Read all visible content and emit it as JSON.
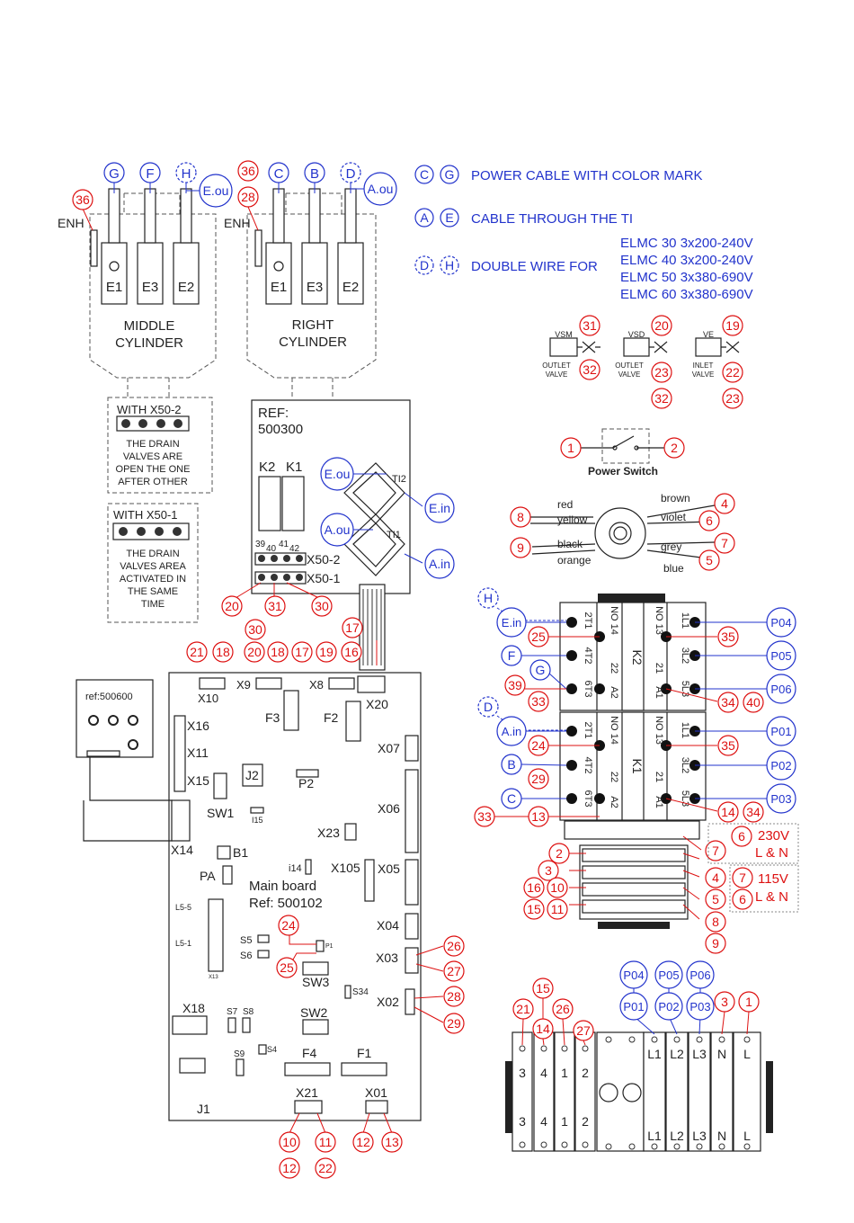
{
  "colors": {
    "blue": "#2233cc",
    "red": "#dd1111",
    "line": "#222222",
    "dash": "#555555"
  },
  "legend": {
    "power_cable": "POWER CABLE WITH COLOR MARK",
    "cable_ti": "CABLE THROUGH THE TI",
    "double_wire": "DOUBLE WIRE FOR",
    "models": [
      "ELMC 30 3x200-240V",
      "ELMC 40 3x200-240V",
      "ELMC 50 3x380-690V",
      "ELMC 60 3x380-690V"
    ]
  },
  "cylinders": {
    "middle": {
      "label1": "MIDDLE",
      "label2": "CYLINDER",
      "enh": "ENH"
    },
    "right": {
      "label1": "RIGHT",
      "label2": "CYLINDER",
      "enh": "ENH"
    },
    "electrodes": [
      "E1",
      "E3",
      "E2"
    ]
  },
  "drain": {
    "x50_2": {
      "title": "WITH X50-2",
      "lines": [
        "THE DRAIN",
        "VALVES ARE",
        "OPEN THE ONE",
        "AFTER OTHER"
      ]
    },
    "x50_1": {
      "title": "WITH X50-1",
      "lines": [
        "THE DRAIN",
        "VALVES AREA",
        "ACTIVATED IN",
        "THE SAME",
        "TIME"
      ]
    }
  },
  "relay_box": {
    "ref1": "REF:",
    "ref2": "500300",
    "k2": "K2",
    "k1": "K1",
    "ti2": "TI2",
    "ti1": "TI1",
    "x50_2": "X50-2",
    "x50_1": "X50-1",
    "pins": [
      "39",
      "40",
      "41",
      "42"
    ]
  },
  "valves": {
    "vsm": {
      "name": "VSM",
      "sub1": "OUTLET",
      "sub2": "VALVE"
    },
    "vsd": {
      "name": "VSD",
      "sub1": "OUTLET",
      "sub2": "VALVE"
    },
    "ve": {
      "name": "VE",
      "sub1": "INLET",
      "sub2": "VALVE"
    }
  },
  "power_switch": "Power Switch",
  "transformer": {
    "red": "red",
    "yellow": "yellow",
    "black": "black",
    "orange": "orange",
    "brown": "brown",
    "violet": "violet",
    "grey": "grey",
    "blue": "blue"
  },
  "contactors": {
    "k2": "K2",
    "k1": "K1",
    "left_terms": [
      "2T1",
      "4T2",
      "6T3"
    ],
    "mid_terms": [
      "NO 14",
      "22",
      "A2"
    ],
    "mid2_terms": [
      "NO 13",
      "21",
      "A1"
    ],
    "right_terms": [
      "1L1",
      "3L2",
      "5L3"
    ]
  },
  "voltage": {
    "v230": "230V",
    "v115": "115V",
    "ln": "L & N"
  },
  "board": {
    "title": "Main board",
    "ref": "Ref: 500102",
    "ref600": "ref:500600",
    "labels": {
      "x10": "X10",
      "x9": "X9",
      "x8": "X8",
      "x20": "X20",
      "x16": "X16",
      "x11": "X11",
      "x15": "X15",
      "j2": "J2",
      "p2": "P2",
      "f3": "F3",
      "f2": "F2",
      "x07": "X07",
      "x06": "X06",
      "sw1": "SW1",
      "i15": "I15",
      "x14": "X14",
      "x23": "X23",
      "b1": "B1",
      "pa": "PA",
      "i14": "i14",
      "x105": "X105",
      "x05": "X05",
      "l55": "L5-5",
      "l51": "L5-1",
      "x04": "X04",
      "s5": "S5",
      "s6": "S6",
      "p1": "P1",
      "x03": "X03",
      "sw3": "SW3",
      "s34": "S34",
      "x02": "X02",
      "x18": "X18",
      "s7": "S7",
      "s8": "S8",
      "sw2": "SW2",
      "s9": "S9",
      "s4": "S4",
      "f4": "F4",
      "f1": "F1",
      "x21": "X21",
      "x01": "X01",
      "j1": "J1",
      "x13": "X13"
    }
  },
  "terminal_strip": {
    "top_nums": [
      "3",
      "4",
      "1",
      "2"
    ],
    "line_labels": [
      "L1",
      "L2",
      "L3",
      "N",
      "L"
    ]
  },
  "red_markers": {
    "m36a": "36",
    "m36b": "36",
    "m28": "28",
    "m31": "31",
    "m32a": "32",
    "m20": "20",
    "m23a": "23",
    "m32b": "32",
    "m19": "19",
    "m22": "22",
    "m23b": "23",
    "m1": "1",
    "m2": "2",
    "m4": "4",
    "m6": "6",
    "m8": "8",
    "m7": "7",
    "m9": "9",
    "m5": "5",
    "m25": "25",
    "m35a": "35",
    "m39": "39",
    "m33a": "33",
    "m34a": "34",
    "m40": "40",
    "m24": "24",
    "m35b": "35",
    "m29": "29",
    "m33b": "33",
    "m13": "13",
    "m14": "14",
    "m34b": "34",
    "m6b": "6",
    "m7b": "7",
    "m2b": "2",
    "m3": "3",
    "m16": "16",
    "m10": "10",
    "m15": "15",
    "m11": "11",
    "m4b": "4",
    "m7c": "7",
    "m5b": "5",
    "m6c": "6",
    "m8b": "8",
    "m9b": "9",
    "m20b": "20",
    "m31b": "31",
    "m30": "30",
    "m30b": "30",
    "m17": "17",
    "m21": "21",
    "m18": "18",
    "m20c": "20",
    "m18b": "18",
    "m17b": "17",
    "m19b": "19",
    "m16b": "16",
    "m24b": "24",
    "m25b": "25",
    "m26": "26",
    "m27": "27",
    "m28b": "28",
    "m29b": "29",
    "m10b": "10",
    "m11b": "11",
    "m12": "12",
    "m22b": "22",
    "m12b": "12",
    "m13b": "13",
    "m15b": "15",
    "m21b": "21",
    "m26b": "26",
    "m14b": "14",
    "m27b": "27",
    "m3b": "3",
    "m1b": "1"
  },
  "blue_markers": {
    "g": "G",
    "f": "F",
    "h": "H",
    "eou": "E.ou",
    "c": "C",
    "b": "B",
    "d": "D",
    "aou": "A.ou",
    "lc": "C",
    "lg": "G",
    "la": "A",
    "le": "E",
    "ld": "D",
    "lh": "H",
    "eou2": "E.ou",
    "ein": "E.in",
    "aou2": "A.ou",
    "ain": "A.in",
    "kh": "H",
    "kein": "E.in",
    "kf": "F",
    "kg": "G",
    "kd": "D",
    "kain": "A.in",
    "kb": "B",
    "kc": "C",
    "p04": "P04",
    "p05": "P05",
    "p06": "P06",
    "p01": "P01",
    "p02": "P02",
    "p03": "P03",
    "tp04": "P04",
    "tp05": "P05",
    "tp06": "P06",
    "tp01": "P01",
    "tp02": "P02",
    "tp03": "P03"
  }
}
